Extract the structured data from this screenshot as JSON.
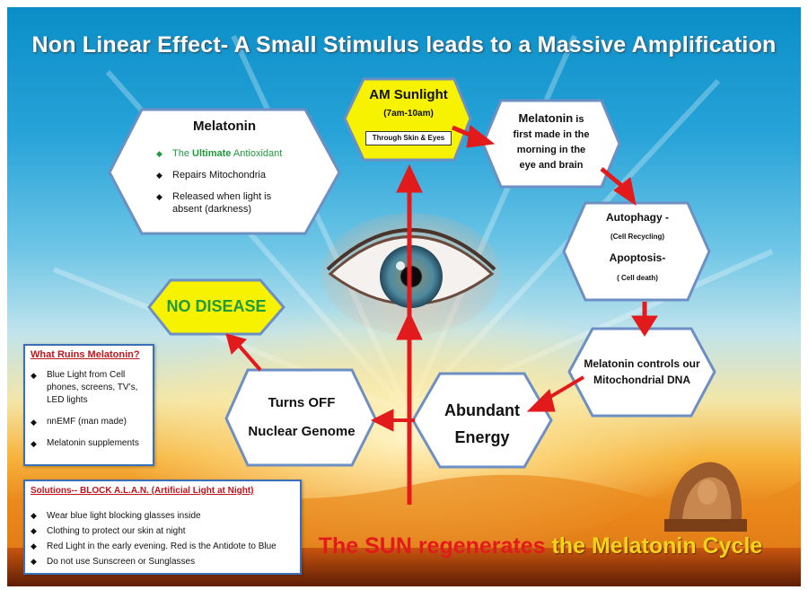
{
  "title": "Non Linear Effect-  A Small Stimulus leads to a Massive Amplification",
  "nodes": {
    "melatonin_box": {
      "heading": "Melatonin",
      "item1_pre": "The ",
      "item1_em": "Ultimate",
      "item1_post": " Antioxidant",
      "item2": "Repairs Mitochondria",
      "item3_line1": "Released  when light is",
      "item3_line2": "absent (darkness)"
    },
    "am_sunlight": {
      "heading": "AM Sunlight",
      "time": "(7am-10am)",
      "via": "Through Skin & Eyes"
    },
    "first_made": {
      "word": "Melatonin",
      "suffix": " is",
      "line2": "first made in the",
      "line3": "morning in the",
      "line4": "eye and brain"
    },
    "autophagy": {
      "line1": "Autophagy -",
      "line2": "(Cell Recycling)",
      "line3": "Apoptosis-",
      "line4": "( Cell death)"
    },
    "mito_dna": {
      "line1": "Melatonin controls our",
      "line2": "Mitochondrial DNA"
    },
    "energy": {
      "line1": "Abundant",
      "line2": "Energy"
    },
    "nuclear": {
      "line1": "Turns OFF",
      "line2": "Nuclear Genome"
    },
    "no_disease": {
      "label": "NO DISEASE"
    }
  },
  "ruins": {
    "heading": "What Ruins Melatonin?",
    "items": [
      [
        "Blue Light from Cell",
        "phones, screens, TV’s,",
        "LED lights"
      ],
      [
        "nnEMF (man made)"
      ],
      [
        "Melatonin supplements"
      ]
    ]
  },
  "solutions": {
    "heading": "Solutions-- BLOCK A.L.A.N. (Artificial Light at Night)",
    "items": [
      "Wear blue light blocking glasses inside",
      "Clothing to protect our skin at night",
      "Red Light in the early evening.  Red is the Antidote to Blue",
      "Do not use Sunscreen or Sunglasses"
    ]
  },
  "bottom": {
    "part1": "The SUN regenerates",
    "part2": " the Melatonin Cycle"
  },
  "colors": {
    "arrow_red": "#e31a1c",
    "title_white": "#ffffff",
    "bottom_red": "#e31a1c",
    "bottom_yellow": "#f3d21b",
    "hex_border": "#6e8fc4",
    "yellow_fill": "#f7f200",
    "green_accent": "#1f9a3d"
  },
  "icons": {
    "bullet": "◆",
    "green_bullet": "◆"
  }
}
